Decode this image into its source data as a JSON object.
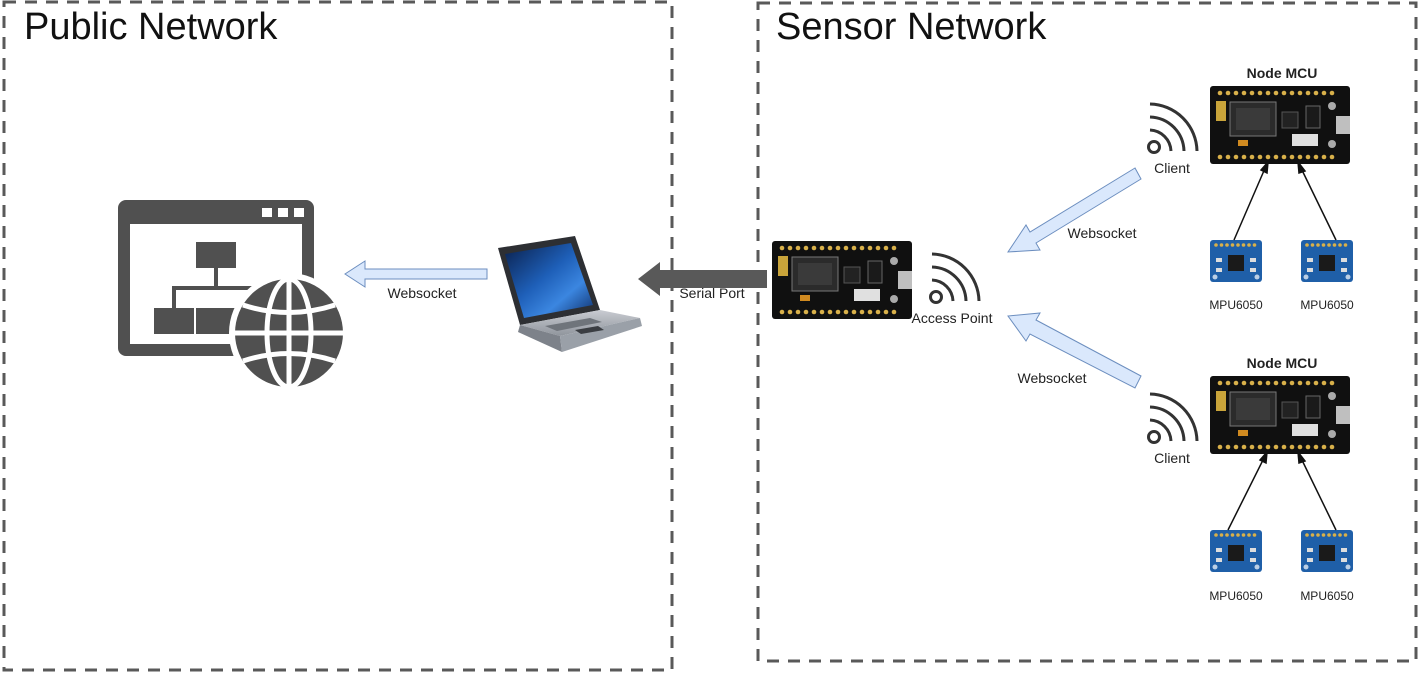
{
  "zones": {
    "public_title": "Public Network",
    "sensor_title": "Sensor Network"
  },
  "edges": {
    "laptop_to_webapp": "Websocket",
    "board_to_laptop": "Serial Port",
    "client1_to_ap": "Websocket",
    "client2_to_ap": "Websocket"
  },
  "nodes": {
    "access_point_label": "Access Point",
    "client1_label": "Client",
    "client2_label": "Client",
    "mcu1_title": "Node MCU",
    "mcu2_title": "Node MCU",
    "sensor1a_label": "MPU6050",
    "sensor1b_label": "MPU6050",
    "sensor2a_label": "MPU6050",
    "sensor2b_label": "MPU6050"
  },
  "colors": {
    "zone_border": "#595959",
    "serial_arrow": "#595959",
    "websocket_arrow_fill": "#dae8fc",
    "websocket_arrow_stroke": "#6c8ebf",
    "webapp_icon": "#505050",
    "pcb": "#111111",
    "sensor_board": "#1f5fa8"
  },
  "icons": {
    "webapp": "web-application-icon",
    "laptop": "laptop-icon",
    "wifi": "wifi-signal-icon",
    "mcu": "nodemcu-board-icon",
    "sensor": "mpu6050-sensor-icon"
  }
}
